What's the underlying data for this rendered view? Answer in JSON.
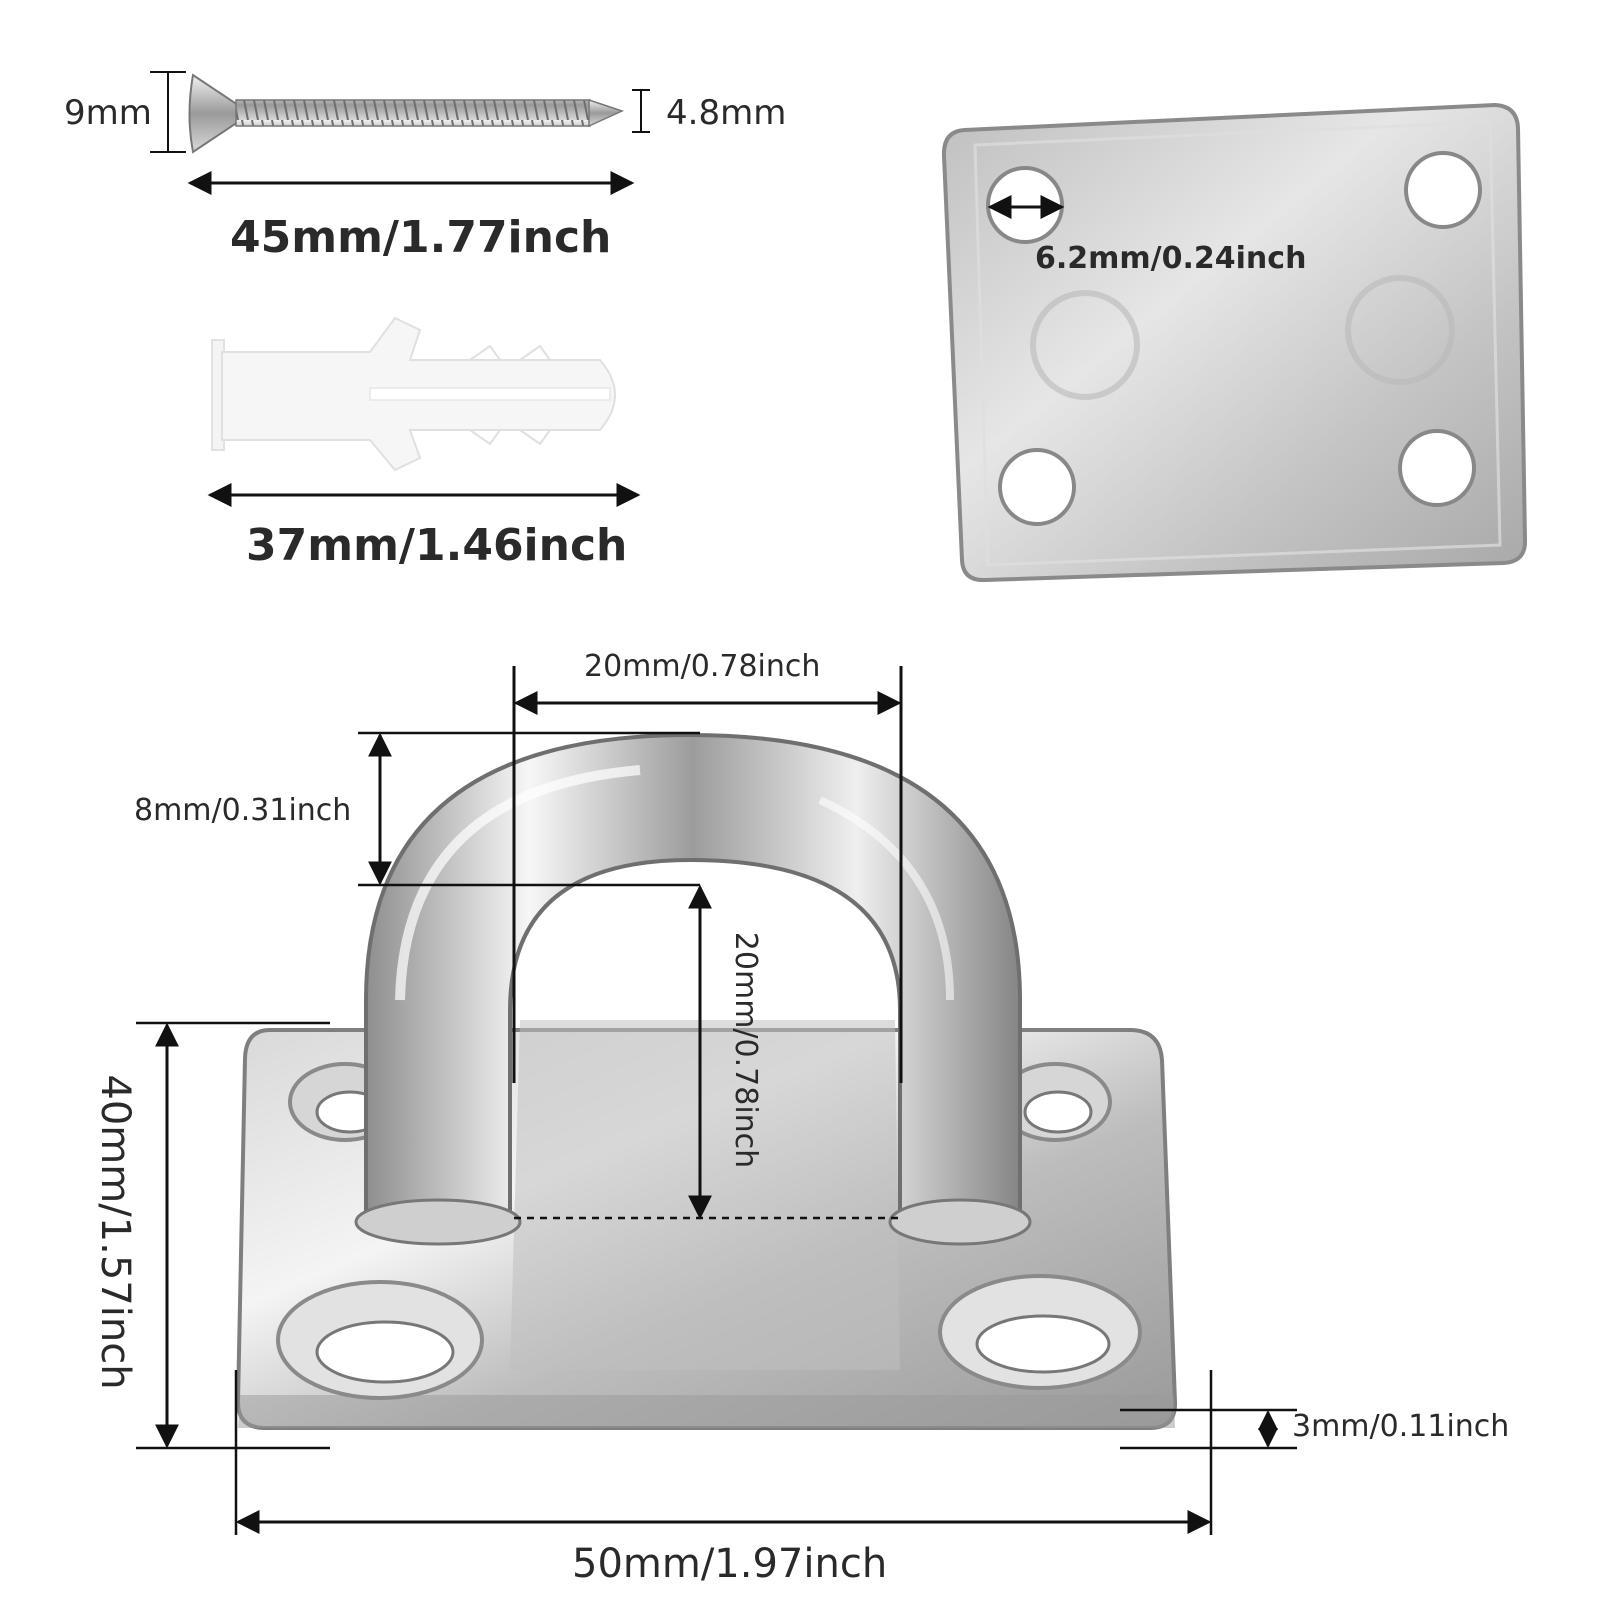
{
  "screw": {
    "head_diameter": "9mm",
    "shank_diameter": "4.8mm",
    "length": "45mm/1.77inch"
  },
  "anchor": {
    "length": "37mm/1.46inch"
  },
  "back_plate": {
    "hole_diameter": "6.2mm/0.24inch"
  },
  "eye_plate": {
    "ring_inner_width": "20mm/0.78inch",
    "ring_thickness": "8mm/0.31inch",
    "ring_inner_height": "20mm/0.78inch",
    "plate_height": "40mm/1.57inch",
    "plate_thickness": "3mm/0.11inch",
    "plate_width": "50mm/1.97inch"
  },
  "colors": {
    "steel_light": "#f2f2f2",
    "steel_mid": "#c8c8c8",
    "steel_dark": "#8c8c8c",
    "dimension_line": "#111111",
    "anchor_plastic": "#f4f4f4"
  }
}
